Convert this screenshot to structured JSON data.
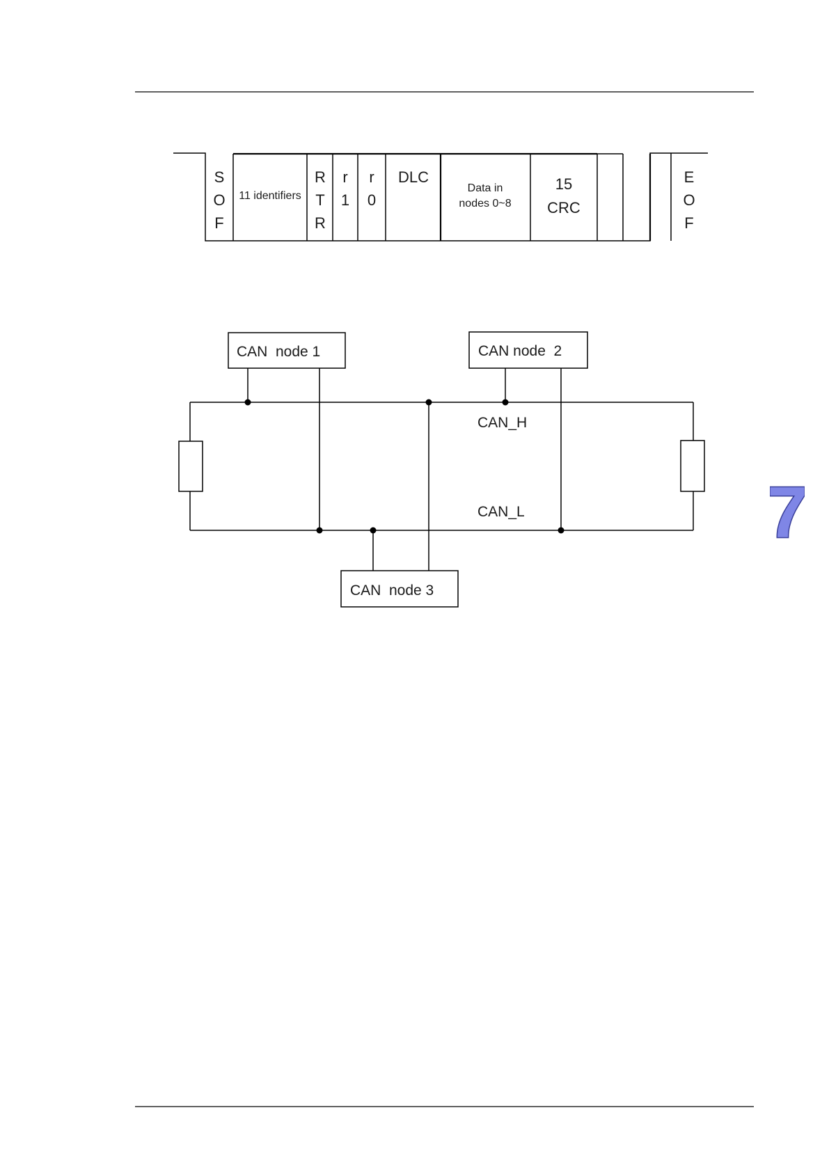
{
  "frame": {
    "fields": [
      {
        "id": "sof",
        "lines": [
          "S",
          "O",
          "F"
        ]
      },
      {
        "id": "identifiers",
        "lines": [
          "11 identifiers"
        ]
      },
      {
        "id": "rtr",
        "lines": [
          "R",
          "T",
          "R"
        ]
      },
      {
        "id": "r1",
        "lines": [
          "r",
          "1"
        ]
      },
      {
        "id": "r0",
        "lines": [
          "r",
          "0"
        ]
      },
      {
        "id": "dlc",
        "lines": [
          "DLC"
        ]
      },
      {
        "id": "data",
        "lines": [
          "Data in",
          "nodes 0~8"
        ]
      },
      {
        "id": "crc",
        "lines": [
          "15",
          "CRC"
        ]
      },
      {
        "id": "eof",
        "lines": [
          "E",
          "O",
          "F"
        ]
      }
    ]
  },
  "network": {
    "nodes": [
      {
        "id": "node1",
        "label": "CAN  node 1"
      },
      {
        "id": "node2",
        "label": "CAN node  2"
      },
      {
        "id": "node3",
        "label": "CAN  node 3"
      }
    ],
    "bus_high_label": "CAN_H",
    "bus_low_label": "CAN_L"
  },
  "chapter_badge": {
    "number": "7",
    "fill": "#7f86e6",
    "outline": "#3a3f9a"
  },
  "colors": {
    "line": "#000000",
    "text": "#1a1a1a"
  }
}
